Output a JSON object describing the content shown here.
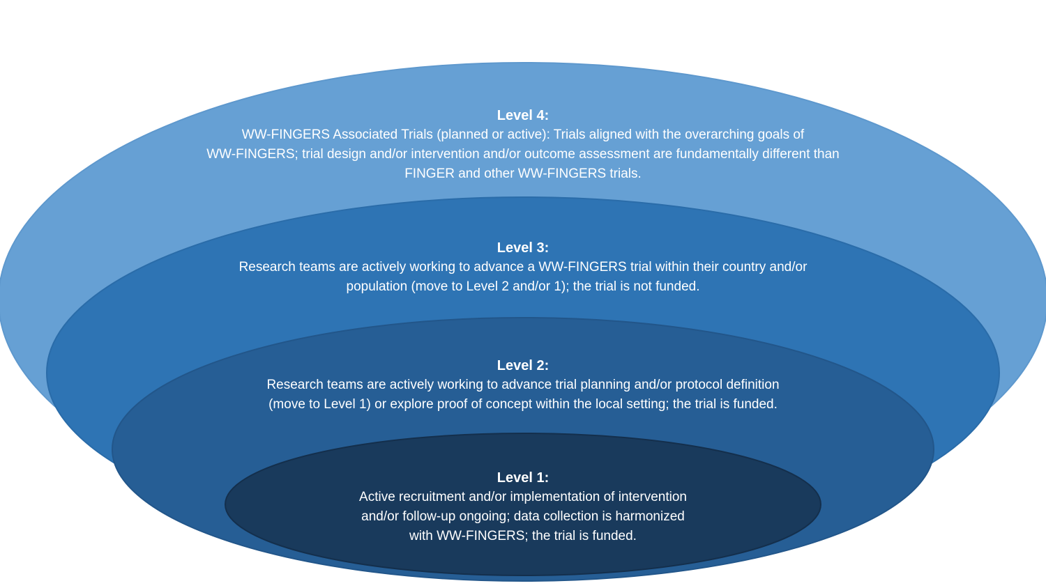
{
  "diagram": {
    "description": "Nested ellipse diagram of WW-FINGERS trial levels",
    "background_color": "#FFFFFF",
    "text_color": "#FFFFFF",
    "rings": [
      {
        "heading": "Level 4:",
        "fill": "#66A0D4",
        "stroke": "#5E98CD",
        "lines": [
          "WW-FINGERS Associated Trials (planned or active): Trials aligned with the overarching goals of",
          "WW-FINGERS; trial design and/or intervention and/or outcome assessment are fundamentally different than",
          "FINGER and other WW-FINGERS trials."
        ]
      },
      {
        "heading": "Level 3:",
        "fill": "#2E74B4",
        "stroke": "#2A6CA9",
        "lines": [
          "Research teams are actively working to advance a WW-FINGERS trial within their country and/or",
          "population (move to Level 2 and/or 1); the trial is not funded."
        ]
      },
      {
        "heading": "Level 2:",
        "fill": "#265E95",
        "stroke": "#22568A",
        "lines": [
          "Research teams are actively working to advance trial planning and/or protocol definition",
          "(move to Level 1) or explore proof of concept within the local setting; the trial is funded."
        ]
      },
      {
        "heading": "Level 1:",
        "fill": "#193A5C",
        "stroke": "#142F4C",
        "lines": [
          "Active recruitment and/or implementation of intervention",
          "and/or follow-up ongoing; data collection is harmonized",
          "with WW-FINGERS; the trial is funded."
        ]
      }
    ]
  }
}
